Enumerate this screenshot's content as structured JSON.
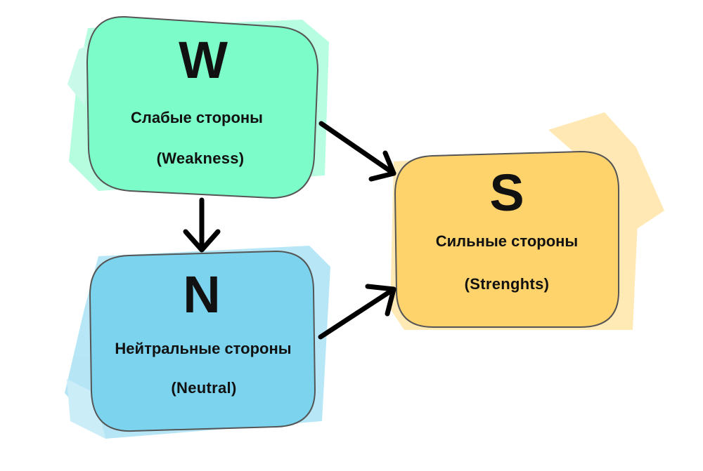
{
  "colors": {
    "weakness": "#7CFCC8",
    "neutral": "#7BD3EE",
    "strengths": "#FFD36B",
    "outline": "#555555",
    "arrow": "#000000"
  },
  "nodes": {
    "weakness": {
      "letter": "W",
      "title": "Слабые стороны",
      "subtitle": "(Weakness)"
    },
    "neutral": {
      "letter": "N",
      "title": "Нейтральные стороны",
      "subtitle": "(Neutral)"
    },
    "strengths": {
      "letter": "S",
      "title": "Сильные стороны",
      "subtitle": "(Strenghts)"
    }
  },
  "edges": [
    {
      "from": "weakness",
      "to": "neutral"
    },
    {
      "from": "weakness",
      "to": "strengths"
    },
    {
      "from": "neutral",
      "to": "strengths"
    }
  ]
}
